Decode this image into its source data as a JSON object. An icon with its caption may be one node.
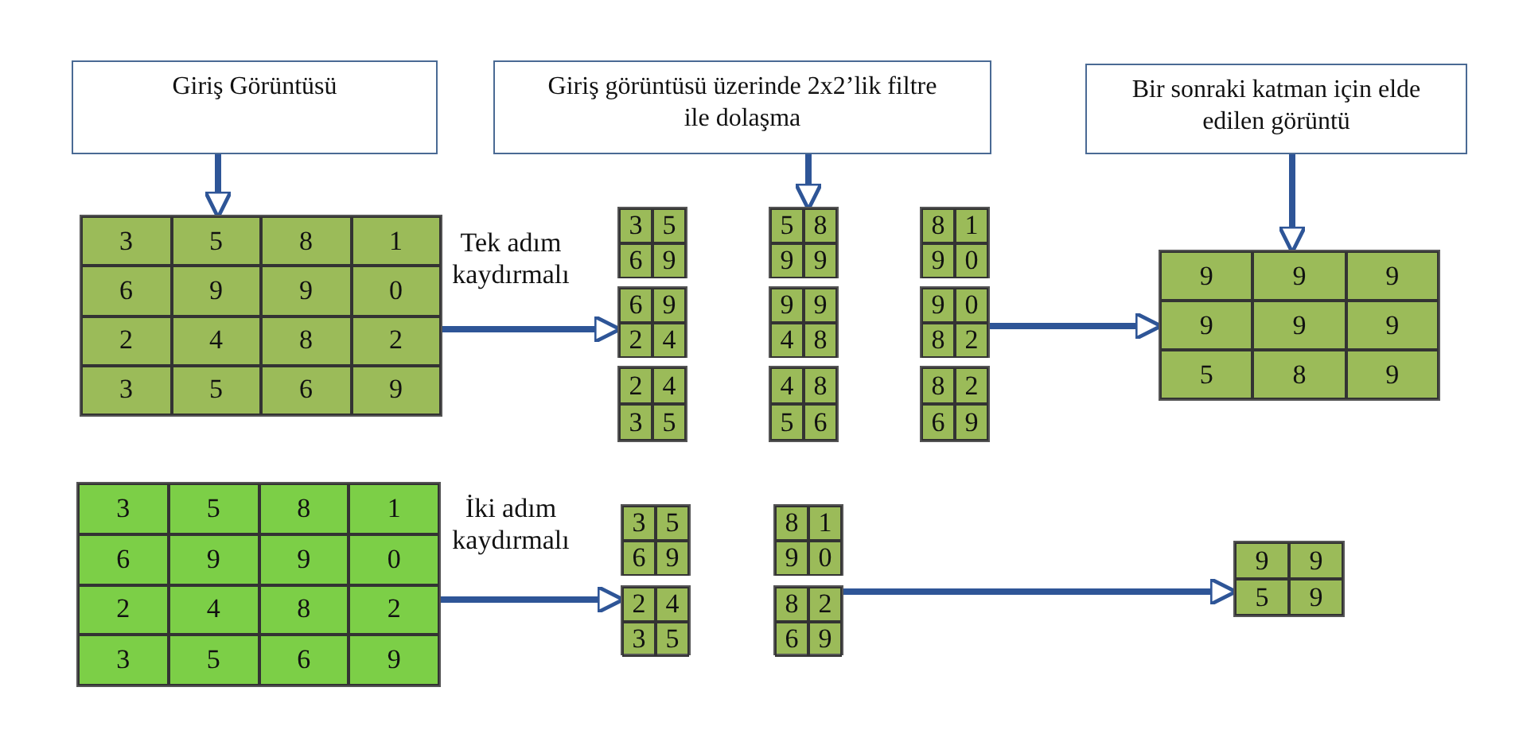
{
  "diagram": {
    "nodes": [
      {
        "text": [
          "Giriş Görüntüsü"
        ]
      },
      {
        "text": [
          "Giriş görüntüsü üzerinde 2x2’lik filtre ile dolaşma"
        ]
      },
      {
        "text": [
          "Bir sonraki katman için elde edilen görüntü"
        ]
      },
      {
        "text": [
          "3",
          "5",
          "8",
          "1",
          "6",
          "9",
          "9",
          "0",
          "2",
          "4",
          "8",
          "2",
          "3",
          "5",
          "6",
          "9"
        ]
      },
      {
        "text": [
          "3",
          "5",
          "6",
          "9"
        ]
      },
      {
        "text": [
          "6",
          "9",
          "2",
          "4"
        ]
      },
      {
        "text": [
          "2",
          "4",
          "3",
          "5"
        ]
      },
      {
        "text": [
          "5",
          "8",
          "9",
          "9"
        ]
      },
      {
        "text": [
          "9",
          "9",
          "4",
          "8"
        ]
      },
      {
        "text": [
          "4",
          "8",
          "5",
          "6"
        ]
      },
      {
        "text": [
          "8",
          "1",
          "9",
          "0"
        ]
      },
      {
        "text": [
          "9",
          "0",
          "8",
          "2"
        ]
      },
      {
        "text": [
          "8",
          "2",
          "6",
          "9"
        ]
      },
      {
        "text": [
          "9",
          "9",
          "9",
          "9",
          "9",
          "9",
          "5",
          "8",
          "9"
        ]
      },
      {
        "text": [
          "3",
          "5",
          "8",
          "1",
          "6",
          "9",
          "9",
          "0",
          "2",
          "4",
          "8",
          "2",
          "3",
          "5",
          "6",
          "9"
        ]
      },
      {
        "text": [
          "3",
          "5",
          "6",
          "9"
        ]
      },
      {
        "text": [
          "2",
          "4",
          "3",
          "5"
        ]
      },
      {
        "text": [
          "8",
          "1",
          "9",
          "0"
        ]
      },
      {
        "text": [
          "8",
          "2",
          "6",
          "9"
        ]
      },
      {
        "text": [
          "9",
          "9",
          "5",
          "9"
        ]
      }
    ],
    "edges": [
      {
        "from": 0,
        "to": 3,
        "arrow": "to"
      },
      {
        "from": 1,
        "to": 7,
        "arrow": "to"
      },
      {
        "from": 2,
        "to": 13,
        "arrow": "to"
      },
      {
        "from": 3,
        "to": 5,
        "arrow": "to",
        "label": "Tek adım kaydırmalı"
      },
      {
        "from": 11,
        "to": 13,
        "arrow": "to"
      },
      {
        "from": 14,
        "to": 16,
        "arrow": "to",
        "label": "İki adım kaydırmalı"
      },
      {
        "from": 18,
        "to": 19,
        "arrow": "to"
      }
    ]
  }
}
